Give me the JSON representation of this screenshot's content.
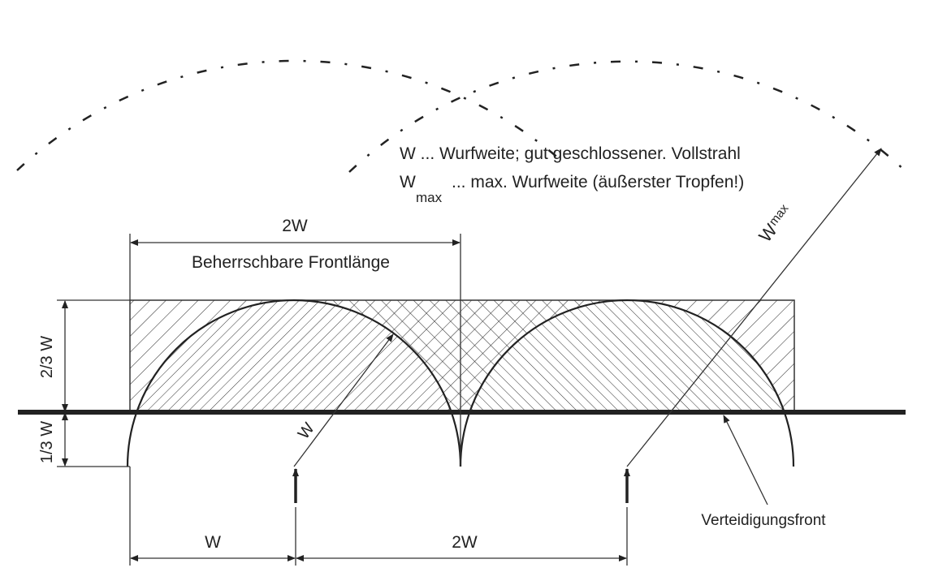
{
  "legend": {
    "line1": "W ... Wurfweite; gut geschlossener. Vollstrahl",
    "line2_symbol": "W",
    "line2_sub": "max",
    "line2_text": "... max. Wurfweite (äußerster Tropfen!)"
  },
  "dimensions": {
    "top_2w": "2W",
    "front_length": "Beherrschbare Frontlänge",
    "two_thirds_w": "2/3 W",
    "one_third_w": "1/3 W",
    "bottom_w": "W",
    "bottom_2w": "2W"
  },
  "labels": {
    "radius_w": "W",
    "radius_wmax": "W",
    "radius_wmax_sub": "max",
    "defense_front": "Verteidigungsfront"
  },
  "colors": {
    "ink": "#222222"
  }
}
